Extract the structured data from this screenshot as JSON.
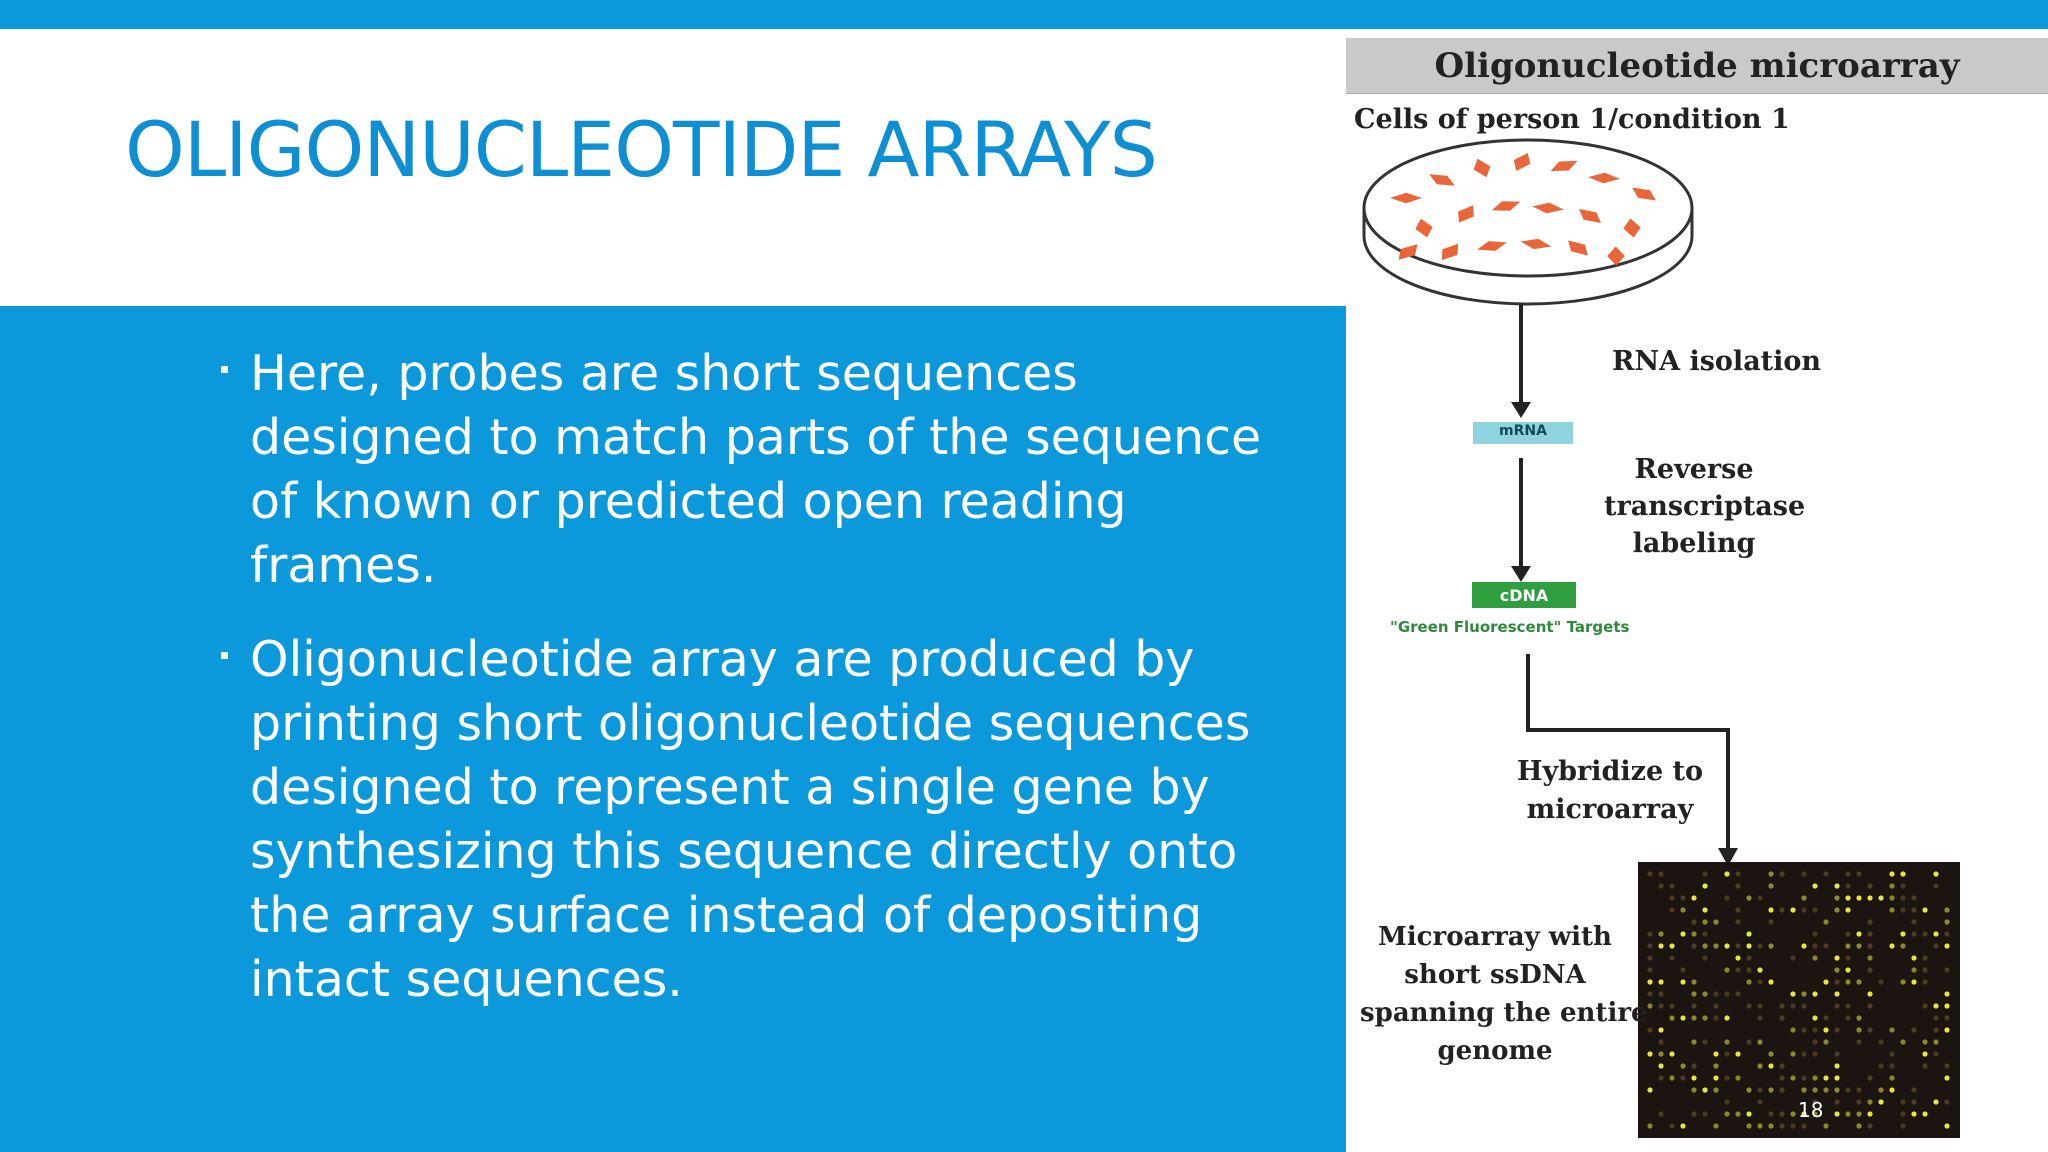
{
  "slide": {
    "title": "OLIGONUCLEOTIDE ARRAYS",
    "bullets": [
      "Here, probes are short sequences designed to match parts of the sequence of known or predicted open reading frames.",
      "Oligonucleotide array are produced by printing short oligonucleotide sequences designed to represent a single gene by synthesizing this sequence directly onto the array surface instead of depositing intact sequences."
    ],
    "page_number": "18"
  },
  "figure": {
    "title": "Oligonucleotide microarray",
    "cells_label": "Cells of person 1/condition 1",
    "rna_isolation": "RNA isolation",
    "mrna": "mRNA",
    "reverse_label_1": "Reverse",
    "reverse_label_2": "transcriptase",
    "reverse_label_3": "labeling",
    "cdna": "cDNA",
    "targets": "\"Green Fluorescent\" Targets",
    "hybridize_1": "Hybridize to",
    "hybridize_2": "microarray",
    "microarray_1": "Microarray with",
    "microarray_2": "short ssDNA",
    "microarray_3": "spanning the entire",
    "microarray_4": "genome"
  },
  "colors": {
    "accent_blue": "#0B99DC",
    "title_blue": "#0E8FD3",
    "cell_orange": "#E8663A",
    "cdna_green": "#2E9E3E",
    "mrna_cyan": "#8ED3DE",
    "spot_yellow": "#E6E83A"
  }
}
